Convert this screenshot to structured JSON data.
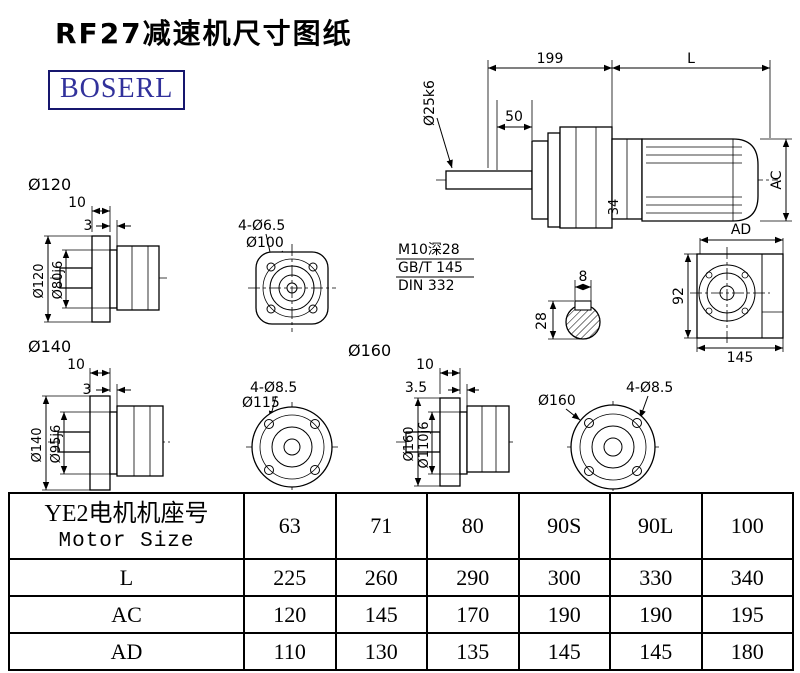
{
  "title": "RF27减速机尺寸图纸",
  "logo": "BOSERL",
  "drawings": {
    "main": {
      "dim_199": "199",
      "dim_l": "L",
      "shaft_dia": "Ø25k6",
      "dim_50": "50",
      "dim_ac": "AC",
      "dim_34": "34"
    },
    "thread_callout": {
      "line1": "M10深28",
      "line2": "GB/T 145",
      "line3": "DIN 332"
    },
    "key_section": {
      "width": "8",
      "height": "28"
    },
    "side_view": {
      "dim_ad": "AD",
      "dim_92": "92",
      "dim_145": "145"
    },
    "flange_120": {
      "label": "Ø120",
      "dim_10": "10",
      "dim_3": "3",
      "dia_outer": "Ø120",
      "dia_spigot": "Ø80j6"
    },
    "front_100": {
      "holes": "4-Ø6.5",
      "dia": "Ø100"
    },
    "flange_140": {
      "label": "Ø140",
      "dim_10": "10",
      "dim_3": "3",
      "dia_outer": "Ø140",
      "dia_spigot": "Ø95j6"
    },
    "front_115": {
      "holes": "4-Ø8.5",
      "dia": "Ø115"
    },
    "flange_160": {
      "label": "Ø160",
      "dim_10": "10",
      "dim_3_5": "3.5",
      "dia_outer": "Ø160",
      "dia_spigot": "Ø110j6"
    },
    "front_160": {
      "dia": "Ø160",
      "holes": "4-Ø8.5"
    }
  },
  "table": {
    "header_cn": "YE2电机机座号",
    "header_en": "Motor Size",
    "sizes": [
      "63",
      "71",
      "80",
      "90S",
      "90L",
      "100"
    ],
    "rows": [
      {
        "label": "L",
        "values": [
          "225",
          "260",
          "290",
          "300",
          "330",
          "340"
        ]
      },
      {
        "label": "AC",
        "values": [
          "120",
          "145",
          "170",
          "190",
          "190",
          "195"
        ]
      },
      {
        "label": "AD",
        "values": [
          "110",
          "130",
          "135",
          "145",
          "145",
          "180"
        ]
      }
    ]
  }
}
